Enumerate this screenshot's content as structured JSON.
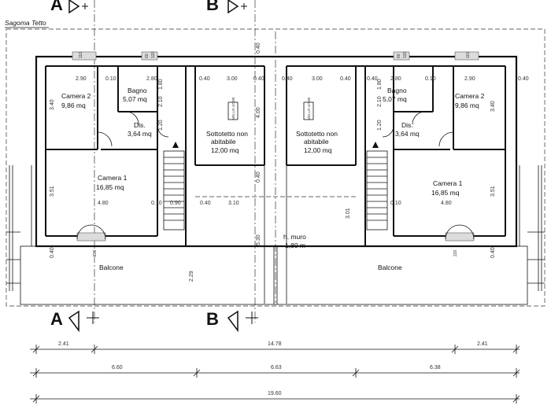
{
  "title": "Sagoma Tetto",
  "sections": {
    "a": "A",
    "b": "B"
  },
  "rooms": {
    "camera2": {
      "name": "Camera 2",
      "area": "9,86 mq"
    },
    "bagno": {
      "name": "Bagno",
      "area": "5,07 mq"
    },
    "dis": {
      "name": "Dis.",
      "area": "3,64 mq"
    },
    "sottotetto": {
      "name_line1": "Sottotetto non",
      "name_line2": "abitabile",
      "area": "12,00 mq"
    },
    "camera1": {
      "name": "Camera 1",
      "area": "16,85 mq"
    },
    "balcone": "Balcone",
    "muro": {
      "name": "h. muro",
      "value": "1,80 m"
    }
  },
  "vents": {
    "top": "VELUX 47x80"
  },
  "windows": {
    "small": "120",
    "top": "110",
    "top2": "60",
    "large": "220"
  },
  "dims": {
    "d290": "2.90",
    "d010": "0.10",
    "d280": "2.80",
    "d040": "0.40",
    "d300": "3.00",
    "d340": "3.40",
    "d180": "1.80",
    "d210": "2.10",
    "d120": "1.20",
    "d400": "4.00",
    "d480": "4.80",
    "d090": "0.90",
    "d310": "3.10",
    "d351": "3.51",
    "d301": "3.01",
    "d530": "5.30",
    "d229": "2.29",
    "bottom_row1": [
      "2.41",
      "14.78",
      "2.41"
    ],
    "bottom_row2": [
      "6.60",
      "6.63",
      "6.38"
    ],
    "bottom_row3": [
      "19.60"
    ]
  }
}
